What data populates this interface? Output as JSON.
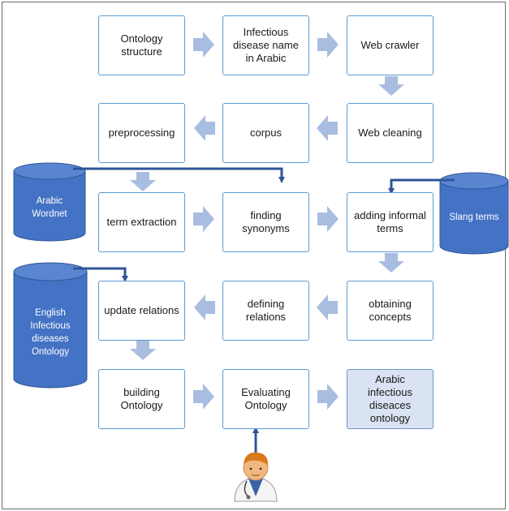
{
  "boxes": {
    "ontology_structure": "Ontology structure",
    "disease_name": "Infectious disease name in Arabic",
    "web_crawler": "Web crawler",
    "preprocessing": "preprocessing",
    "corpus": "corpus",
    "web_cleaning": "Web cleaning",
    "term_extraction": "term extraction",
    "finding_synonyms": "finding synonyms",
    "adding_informal_terms": "adding informal terms",
    "update_relations": "update relations",
    "defining_relations": "defining relations",
    "obtaining_concepts": "obtaining concepts",
    "building_ontology": "building Ontology",
    "evaluating_ontology": "Evaluating Ontology",
    "arabic_ontology": "Arabic infectious diseaces ontology"
  },
  "databases": {
    "arabic_wordnet": "Arabic Wordnet",
    "slang_terms": "Slang terms",
    "english_ontology": "English Infectious diseases Ontology"
  },
  "icons": {
    "expert": "doctor-icon"
  },
  "colors": {
    "box_border": "#5b9bd5",
    "arrow": "#a9bde0",
    "database": "#4472c4",
    "connector": "#2f5597",
    "final_fill": "#dae3f3"
  }
}
